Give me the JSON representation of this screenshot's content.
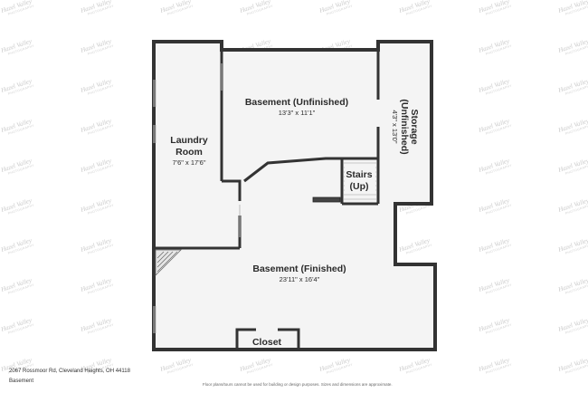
{
  "watermark": {
    "brand": "Hazel Valley",
    "tagline": "PHOTOGRAPHY"
  },
  "rooms": {
    "laundry": {
      "name_line1": "Laundry",
      "name_line2": "Room",
      "dims": "7'6\" x 17'6\""
    },
    "basement_unfinished": {
      "name": "Basement (Unfinished)",
      "dims": "13'3\" x 11'1\""
    },
    "storage": {
      "name_line1": "Storage",
      "name_line2": "(Unfinished)",
      "dims": "4'3\" x 13'0\""
    },
    "stairs": {
      "name_line1": "Stairs",
      "name_line2": "(Up)"
    },
    "basement_finished": {
      "name": "Basement (Finished)",
      "dims": "23'11\" x 16'4\""
    },
    "closet": {
      "name": "Closet"
    }
  },
  "footer": {
    "address": "2067 Rossmoor Rd, Cleveland Heights, OH 44118",
    "level": "Basement",
    "disclaimer": "Floor plans/tours cannot be used for building or design purposes. Sizes and dimensions are approximate."
  },
  "colors": {
    "wall": "#333333",
    "floor": "#f4f4f4",
    "watermark": "#c9c9c9"
  }
}
